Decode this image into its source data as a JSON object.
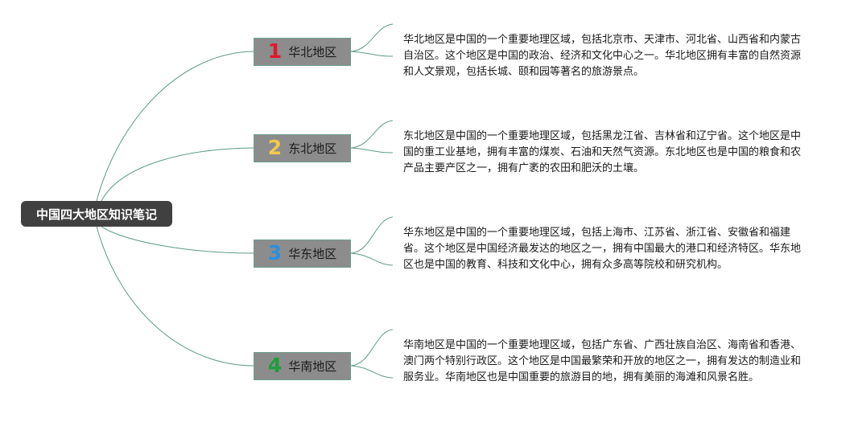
{
  "root": {
    "label": "中国四大地区知识笔记"
  },
  "branches": [
    {
      "number": "1",
      "label": "华北地区",
      "badge_color": "#e0192b",
      "description": "华北地区是中国的一个重要地理区域，包括北京市、天津市、河北省、山西省和内蒙古自治区。这个地区是中国的政治、经济和文化中心之一。华北地区拥有丰富的自然资源和人文景观，包括长城、颐和园等著名的旅游景点。"
    },
    {
      "number": "2",
      "label": "东北地区",
      "badge_color": "#f2c94c",
      "description": "东北地区是中国的一个重要地理区域，包括黑龙江省、吉林省和辽宁省。这个地区是中国的重工业基地，拥有丰富的煤炭、石油和天然气资源。东北地区也是中国的粮食和农产品主要产区之一，拥有广袤的农田和肥沃的土壤。"
    },
    {
      "number": "3",
      "label": "华东地区",
      "badge_color": "#2d8fdc",
      "description": "华东地区是中国的一个重要地理区域，包括上海市、江苏省、浙江省、安徽省和福建省。这个地区是中国经济最发达的地区之一，拥有中国最大的港口和经济特区。华东地区也是中国的教育、科技和文化中心，拥有众多高等院校和研究机构。"
    },
    {
      "number": "4",
      "label": "华南地区",
      "badge_color": "#1f9e3c",
      "description": "华南地区是中国的一个重要地理区域，包括广东省、广西壮族自治区、海南省和香港、澳门两个特别行政区。这个地区是中国最繁荣和开放的地区之一，拥有发达的制造业和服务业。华南地区也是中国重要的旅游目的地，拥有美丽的海滩和风景名胜。"
    }
  ],
  "colors": {
    "connector": "#5e9c83",
    "root_bg": "#404040",
    "branch_bg": "#8c8c8c"
  }
}
